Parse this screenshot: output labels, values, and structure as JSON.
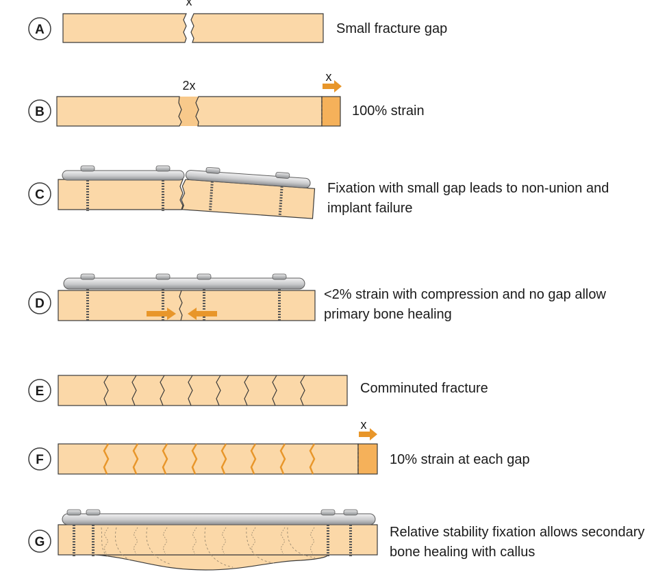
{
  "panels": [
    {
      "label": "A",
      "caption": [
        "Small fracture gap"
      ],
      "annotation": "x"
    },
    {
      "label": "B",
      "caption": [
        "100% strain"
      ],
      "annotation": "2x",
      "arrow_label": "x"
    },
    {
      "label": "C",
      "caption": [
        "Fixation with small gap leads to non-union and",
        "implant failure"
      ]
    },
    {
      "label": "D",
      "caption": [
        "<2% strain with compression and no gap allow",
        "primary bone healing"
      ]
    },
    {
      "label": "E",
      "caption": [
        "Comminuted fracture"
      ]
    },
    {
      "label": "F",
      "caption": [
        "10% strain at each gap"
      ],
      "arrow_label": "x"
    },
    {
      "label": "G",
      "caption": [
        "Relative stability fixation allows secondary",
        "bone healing with callus"
      ]
    }
  ],
  "colors": {
    "bone": "#fbd8a8",
    "strain": "#f5b15a",
    "arrow": "#e8962a",
    "outline": "#3a3a3a",
    "plate": "#cfd0d2"
  }
}
